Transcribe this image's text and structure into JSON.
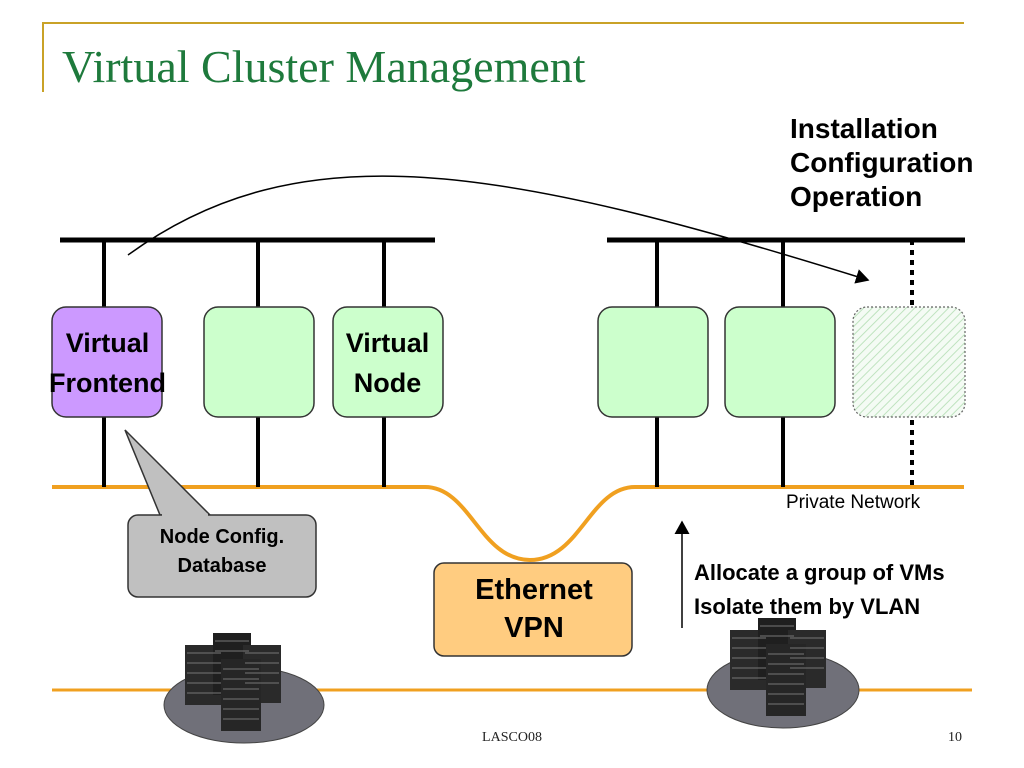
{
  "slide": {
    "title": "Virtual Cluster Management",
    "footer": "LASCO08",
    "page_number": "10"
  },
  "operations": {
    "lines": [
      "Installation",
      "Configuration",
      "Operation"
    ]
  },
  "nodes": {
    "frontend": {
      "line1": "Virtual",
      "line2": "Frontend",
      "color": "#cc99ff"
    },
    "virtual_node": {
      "line1": "Virtual",
      "line2": "Node",
      "color": "#ccffcc"
    },
    "new_node_color": "#e8f7e8"
  },
  "database": {
    "line1": "Node Config.",
    "line2": "Database",
    "color": "#c0c0c0"
  },
  "vpn": {
    "line1": "Ethernet",
    "line2": "VPN",
    "color": "#ffcc80"
  },
  "network": {
    "label": "Private Network",
    "color": "#f0a020"
  },
  "allocation": {
    "line1": "Allocate a group of VMs",
    "line2": "Isolate them by VLAN"
  }
}
